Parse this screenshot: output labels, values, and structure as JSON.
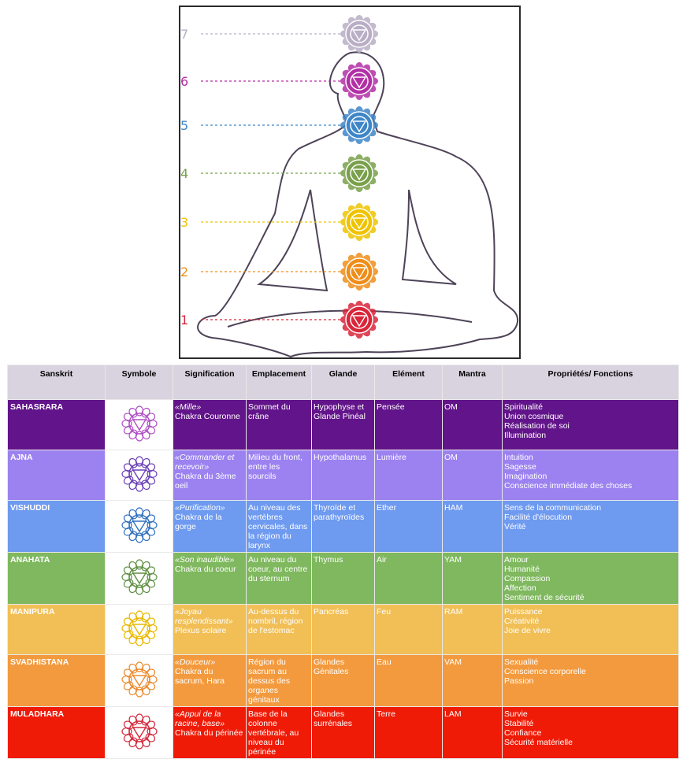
{
  "figure": {
    "levels": [
      {
        "num": "7",
        "color": "#b9aec6"
      },
      {
        "num": "6",
        "color": "#b32fa6"
      },
      {
        "num": "5",
        "color": "#3e86c8"
      },
      {
        "num": "4",
        "color": "#79a04a"
      },
      {
        "num": "3",
        "color": "#efc300"
      },
      {
        "num": "2",
        "color": "#ef8d19"
      },
      {
        "num": "1",
        "color": "#d9263a"
      }
    ]
  },
  "table": {
    "headers": [
      "Sanskrit",
      "Symbole",
      "Signification",
      "Emplacement",
      "Glande",
      "Elément",
      "Mantra",
      "Propriétés/ Fonctions"
    ],
    "rows": [
      {
        "name": "SAHASRARA",
        "bg": "#62148a",
        "icon_color": "#b04fc5",
        "sig_italic": "«Mille»",
        "sig_text": "Chakra Couronne",
        "location": "Sommet du crâne",
        "gland": "Hypophyse et Glande Pinéal",
        "element": "Pensée",
        "mantra": "OM",
        "props": [
          "Spiritualité",
          "Union cosmique",
          "Réalisation de soi",
          "Illumination"
        ]
      },
      {
        "name": "AJNA",
        "bg": "#9c82f0",
        "icon_color": "#6a3fb8",
        "sig_italic": "«Commander et recevoir»",
        "sig_text": "Chakra du 3ème oeil",
        "location": "Milieu du front, entre les sourcils",
        "gland": "Hypothalamus",
        "element": "Lumière",
        "mantra": "OM",
        "props": [
          "Intuition",
          "Sagesse",
          "Imagination",
          "Conscience immédiate des choses"
        ]
      },
      {
        "name": "VISHUDDI",
        "bg": "#6e9af0",
        "icon_color": "#2f6fbf",
        "sig_italic": "«Purification»",
        "sig_text": "Chakra de la gorge",
        "location": "Au niveau des vertèbres cervicales, dans la région du larynx",
        "gland": "Thyroïde et parathyroïdes",
        "element": "Ether",
        "mantra": "HAM",
        "props": [
          "Sens de la communication",
          "Facilité d'élocution",
          "Vérité"
        ]
      },
      {
        "name": "ANAHATA",
        "bg": "#7fb85e",
        "icon_color": "#5f8f43",
        "sig_italic": "«Son inaudible»",
        "sig_text": "Chakra du coeur",
        "location": "Au niveau du coeur, au centre du sternum",
        "gland": "Thymus",
        "element": "Air",
        "mantra": "YAM",
        "props": [
          "Amour",
          "Humanité",
          "Compassion",
          "Affection",
          "Sentiment de sécurité"
        ]
      },
      {
        "name": "MANIPURA",
        "bg": "#f1bf55",
        "icon_color": "#e8b800",
        "sig_italic": "«Joyau resplendissant»",
        "sig_text": "Plexus solaire",
        "location": "Au-dessus du nombril, région de l'estomac",
        "gland": "Pancréas",
        "element": "Feu",
        "mantra": "RAM",
        "props": [
          "Puissance",
          "Créativité",
          "Joie de vivre"
        ]
      },
      {
        "name": "SVADHISTANA",
        "bg": "#f39a3e",
        "icon_color": "#ec8a2e",
        "sig_italic": "«Douceur»",
        "sig_text": "Chakra du sacrum, Hara",
        "location": "Région du sacrum au dessus des organes génitaux",
        "gland": "Glandes Génitales",
        "element": "Eau",
        "mantra": "VAM",
        "props": [
          "Sexualité",
          "Conscience corporelle",
          "Passion"
        ]
      },
      {
        "name": "MULADHARA",
        "bg": "#ef1b07",
        "icon_color": "#d3283a",
        "sig_italic": "«Appui de la racine, base»",
        "sig_text": "Chakra du périnée",
        "location": "Base de la colonne vertébrale, au niveau du périnée",
        "gland": "Glandes surrénales",
        "element": "Terre",
        "mantra": "LAM",
        "props": [
          "Survie",
          "Stabilité",
          "Confiance",
          "Sécurité matérielle"
        ]
      }
    ]
  }
}
